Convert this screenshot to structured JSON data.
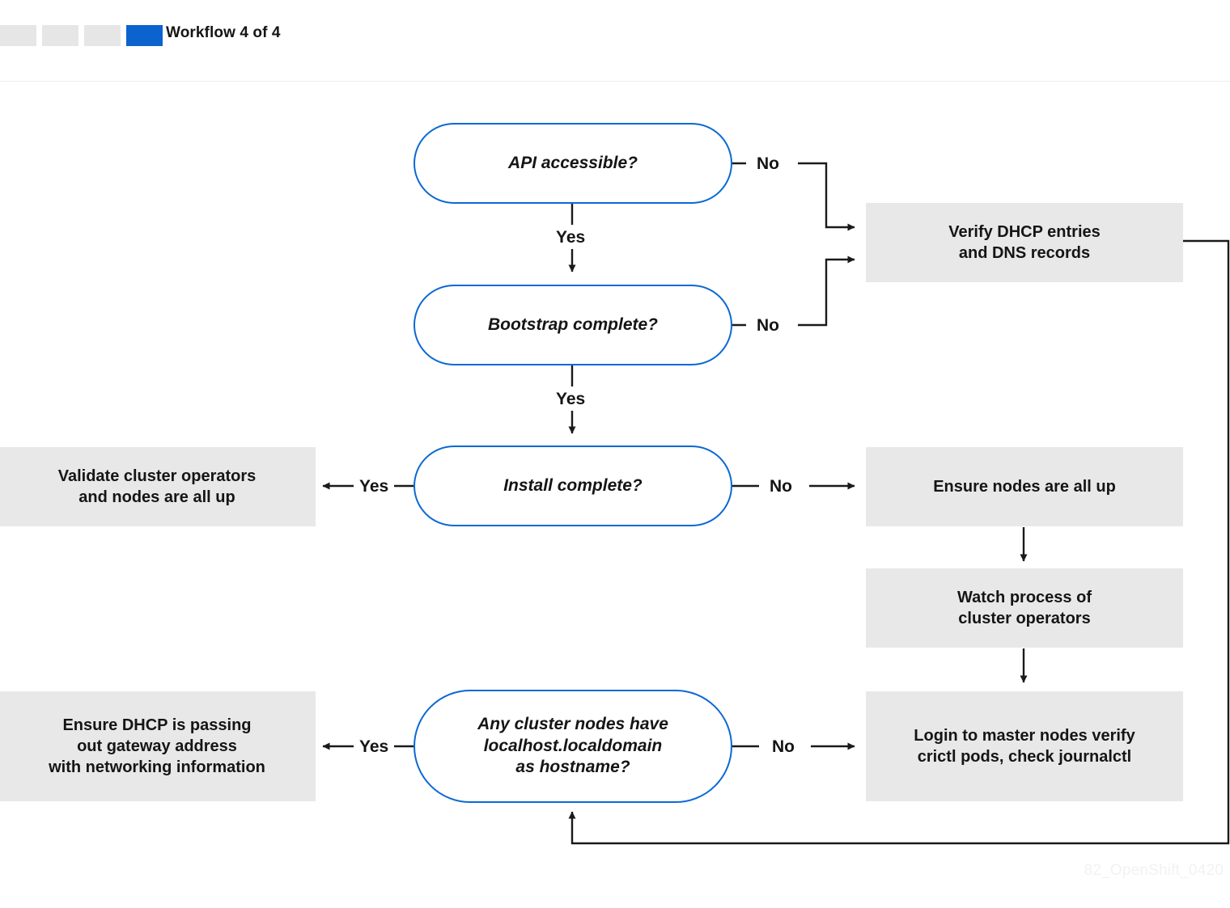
{
  "header": {
    "title": "Workflow 4 of 4",
    "steps": [
      {
        "name": "step-1",
        "active": false
      },
      {
        "name": "step-2",
        "active": false
      },
      {
        "name": "step-3",
        "active": false
      },
      {
        "name": "step-4",
        "active": true
      }
    ],
    "active_step": 4,
    "total_steps": 4,
    "active_color": "#0b63ce",
    "inactive_color": "#e6e6e6"
  },
  "colors": {
    "decision_border": "#0b69d4",
    "process_fill": "#e8e8e8",
    "connector": "#1a1a1a",
    "text": "#151515",
    "background": "#ffffff"
  },
  "chart_data": {
    "type": "flowchart",
    "title": "Workflow 4 of 4",
    "nodes": [
      {
        "id": "api",
        "shape": "decision",
        "text": "API accessible?"
      },
      {
        "id": "bootstrap",
        "shape": "decision",
        "text": "Bootstrap complete?"
      },
      {
        "id": "install",
        "shape": "decision",
        "text": "Install complete?"
      },
      {
        "id": "localhost",
        "shape": "decision",
        "text": "Any cluster nodes have localhost.localdomain as hostname?"
      },
      {
        "id": "verify-dhcp-dns",
        "shape": "process",
        "text": "Verify DHCP entries and DNS records"
      },
      {
        "id": "validate-ops",
        "shape": "process",
        "text": "Validate cluster operators and nodes are all up"
      },
      {
        "id": "ensure-nodes",
        "shape": "process",
        "text": "Ensure nodes are all up"
      },
      {
        "id": "watch-process",
        "shape": "process",
        "text": "Watch process of cluster operators"
      },
      {
        "id": "ensure-dhcp-gw",
        "shape": "process",
        "text": "Ensure DHCP is passing out gateway address with networking information"
      },
      {
        "id": "login-master",
        "shape": "process",
        "text": "Login to master nodes verify crictl pods, check journalctl"
      }
    ],
    "edges": [
      {
        "from": "api",
        "to": "bootstrap",
        "label": "Yes"
      },
      {
        "from": "api",
        "to": "verify-dhcp-dns",
        "label": "No"
      },
      {
        "from": "bootstrap",
        "to": "install",
        "label": "Yes"
      },
      {
        "from": "bootstrap",
        "to": "verify-dhcp-dns",
        "label": "No"
      },
      {
        "from": "install",
        "to": "validate-ops",
        "label": "Yes"
      },
      {
        "from": "install",
        "to": "ensure-nodes",
        "label": "No"
      },
      {
        "from": "ensure-nodes",
        "to": "watch-process",
        "label": ""
      },
      {
        "from": "watch-process",
        "to": "login-master",
        "label": ""
      },
      {
        "from": "localhost",
        "to": "ensure-dhcp-gw",
        "label": "Yes"
      },
      {
        "from": "localhost",
        "to": "login-master",
        "label": "No"
      },
      {
        "from": "verify-dhcp-dns",
        "to": "localhost",
        "label": ""
      }
    ]
  },
  "nodes": {
    "api": {
      "text": "API accessible?",
      "lines": [
        "API accessible?"
      ]
    },
    "bootstrap": {
      "text": "Bootstrap complete?",
      "lines": [
        "Bootstrap complete?"
      ]
    },
    "install": {
      "text": "Install complete?",
      "lines": [
        "Install complete?"
      ]
    },
    "localhost": {
      "text": "Any cluster nodes have localhost.localdomain as hostname?",
      "line1": "Any cluster nodes have",
      "line2": "localhost.localdomain",
      "line3": "as hostname?"
    },
    "verify_dhcp_dns": {
      "text": "Verify DHCP entries and DNS records",
      "line1": "Verify DHCP entries",
      "line2": "and DNS records"
    },
    "validate_ops": {
      "text": "Validate cluster operators and nodes are all up",
      "line1": "Validate cluster operators",
      "line2": "and nodes are all up"
    },
    "ensure_nodes": {
      "text": "Ensure nodes are all up",
      "line1": "Ensure nodes are all up"
    },
    "watch_process": {
      "text": "Watch process of cluster operators",
      "line1": "Watch process of",
      "line2": "cluster operators"
    },
    "ensure_dhcp_gw": {
      "text": "Ensure DHCP is passing out gateway address with networking information",
      "line1": "Ensure DHCP is passing",
      "line2": "out gateway address",
      "line3": "with networking information"
    },
    "login_master": {
      "text": "Login to master nodes verify crictl pods, check journalctl",
      "line1": "Login to master nodes verify",
      "line2": "crictl pods, check journalctl"
    }
  },
  "edge_labels": {
    "api_yes": "Yes",
    "api_no": "No",
    "bootstrap_yes": "Yes",
    "bootstrap_no": "No",
    "install_yes": "Yes",
    "install_no": "No",
    "localhost_yes": "Yes",
    "localhost_no": "No"
  },
  "watermark": "82_OpenShift_0420"
}
